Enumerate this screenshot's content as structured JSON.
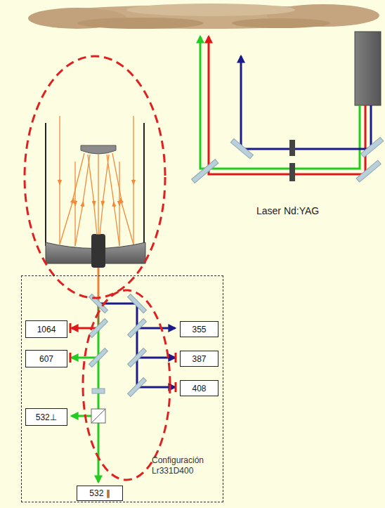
{
  "diagram": {
    "nodes": [
      {
        "text": [
          "Configuración Lr331D400"
        ]
      },
      {
        "text": [
          "1064"
        ],
        "in": 0
      },
      {
        "text": [
          "355"
        ],
        "in": 0
      },
      {
        "text": [
          "607"
        ],
        "in": 0
      },
      {
        "text": [
          "387"
        ],
        "in": 0
      },
      {
        "text": [
          "408"
        ],
        "in": 0
      },
      {
        "text": [
          "532⊥"
        ],
        "in": 0
      },
      {
        "text": [
          "532 ∥"
        ],
        "in": 0
      }
    ],
    "labels": [
      "Laser Nd:YAG"
    ]
  }
}
